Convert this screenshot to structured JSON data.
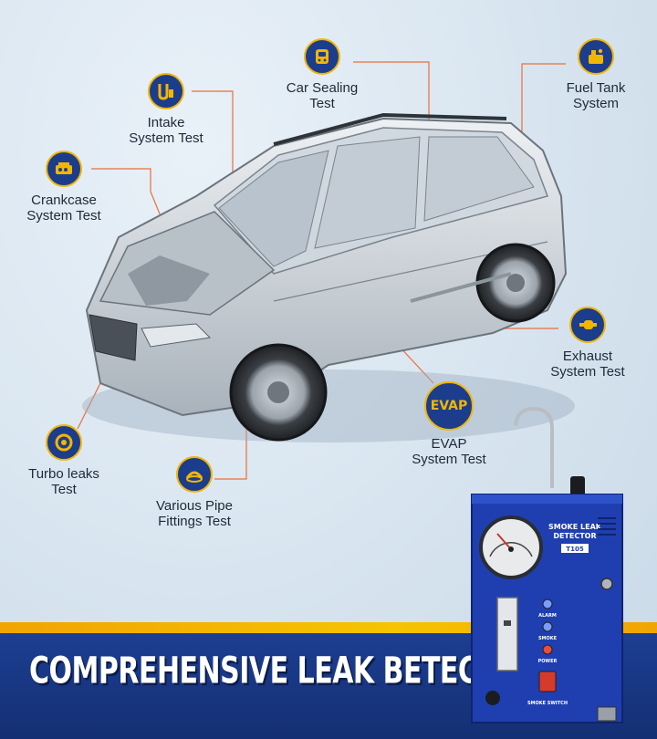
{
  "colors": {
    "badge_fill": "#1c3d8c",
    "badge_ring": "#f2b600",
    "leader_line": "#e8703a",
    "banner": "#1d3f95",
    "banner_stripe": "#f6c400",
    "device_body": "#1f3fb0"
  },
  "tests": {
    "car_sealing": {
      "label": "Car Sealing\nTest",
      "icon": "car-door-icon"
    },
    "fuel_tank": {
      "label": "Fuel Tank\nSystem",
      "icon": "fuel-can-icon"
    },
    "intake": {
      "label": "Intake\nSystem Test",
      "icon": "intake-pipe-icon"
    },
    "crankcase": {
      "label": "Crankcase\nSystem Test",
      "icon": "engine-block-icon"
    },
    "exhaust": {
      "label": "Exhaust\nSystem Test",
      "icon": "exhaust-pipe-icon"
    },
    "evap": {
      "badge_text": "EVAP",
      "label": "EVAP\nSystem Test"
    },
    "turbo": {
      "label": "Turbo leaks\nTest",
      "icon": "turbo-icon"
    },
    "pipe": {
      "label": "Various Pipe\nFittings Test",
      "icon": "hose-icon"
    }
  },
  "banner": {
    "title": "COMPREHENSIVE LEAK BETECTION"
  },
  "device": {
    "title_line1": "SMOKE LEAK",
    "title_line2": "DETECTOR",
    "model": "T105",
    "led_labels": [
      "ALARM",
      "SMOKE",
      "POWER"
    ],
    "switch_label": "SMOKE SWITCH"
  }
}
